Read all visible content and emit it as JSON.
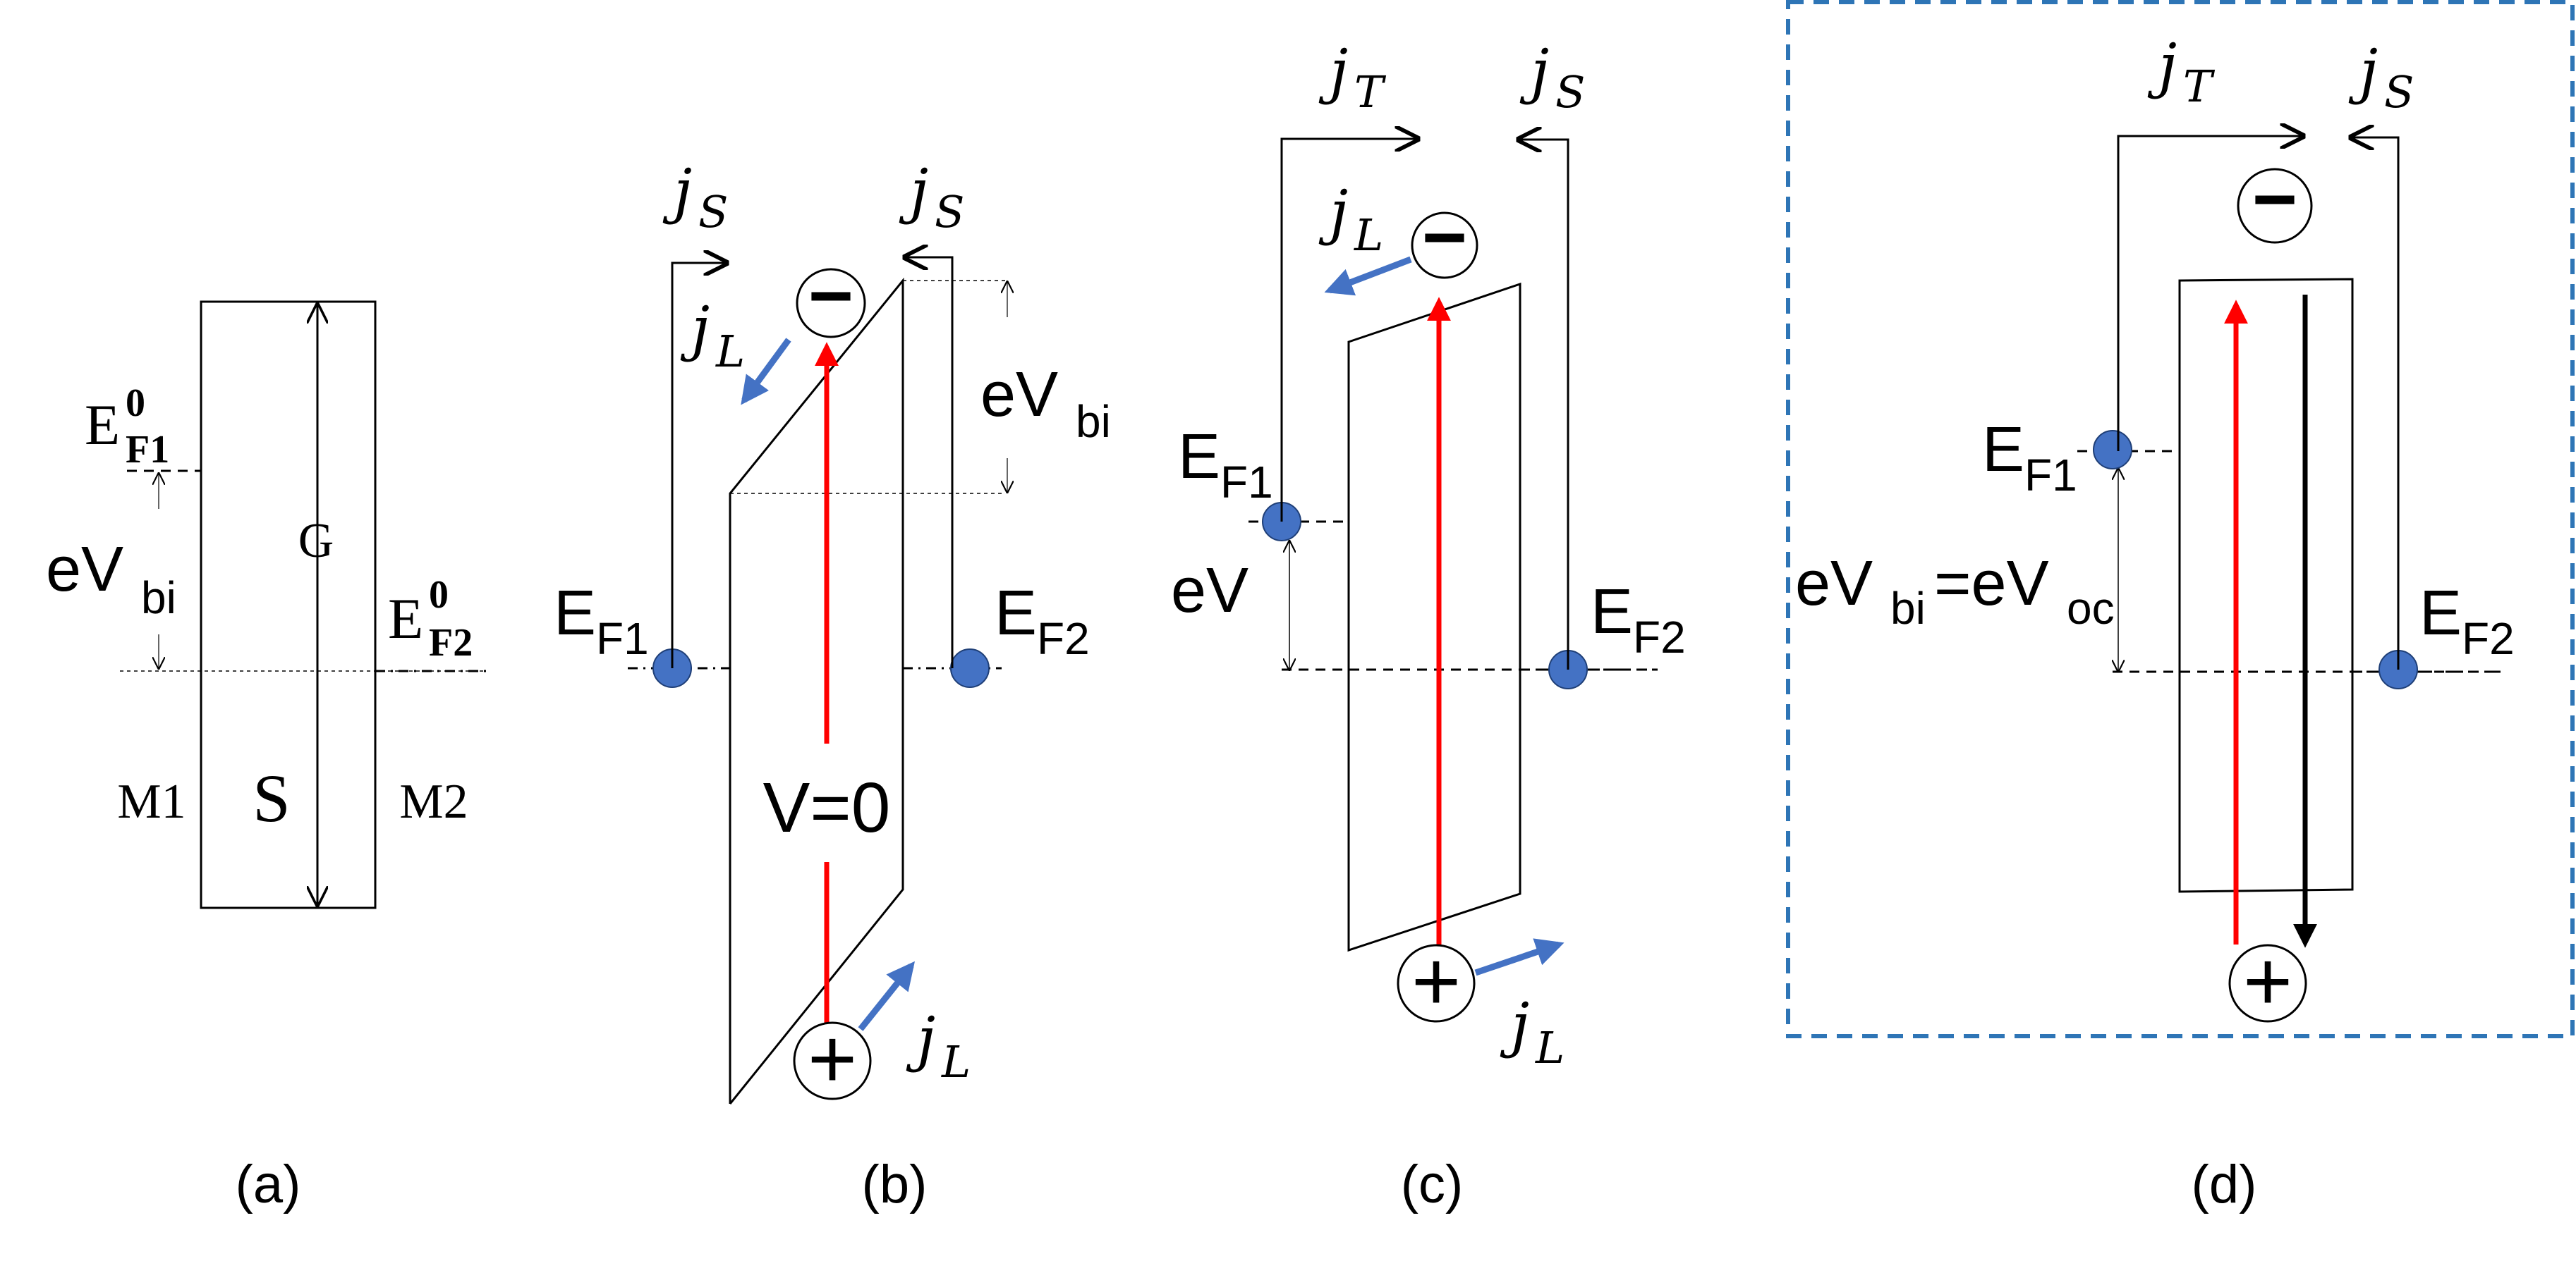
{
  "colors": {
    "ink": "#000000",
    "red_arrow": "#ff0000",
    "blue_arrow": "#4472c4",
    "electrode_dot": "#4472c4",
    "frame_dashed": "#2e75b6"
  },
  "panel_a": {
    "caption": "(a)",
    "ef1_main": "E",
    "ef1_sub": "F1",
    "ef1_sup": "0",
    "ef2_main": "E",
    "ef2_sub": "F2",
    "ef2_sup": "0",
    "evbi_main": "eV",
    "evbi_sub": "bi",
    "gap_label": "G",
    "semiconductor_label": "S",
    "metal1_label": "M1",
    "metal2_label": "M2"
  },
  "panel_b": {
    "caption": "(b)",
    "js_left_main": "j",
    "js_left_sub": "S",
    "js_right_main": "j",
    "js_right_sub": "S",
    "jl_top_main": "j",
    "jl_top_sub": "L",
    "jl_bottom_main": "j",
    "jl_bottom_sub": "L",
    "evbi_main": "eV",
    "evbi_sub": "bi",
    "ef1_main": "E",
    "ef1_sub": "F1",
    "ef2_main": "E",
    "ef2_sub": "F2",
    "bias_label": "V=0",
    "electron_symbol": "−",
    "hole_symbol": "+"
  },
  "panel_c": {
    "caption": "(c)",
    "jt_main": "j",
    "jt_sub": "T",
    "js_main": "j",
    "js_sub": "S",
    "jl_top_main": "j",
    "jl_top_sub": "L",
    "jl_bottom_main": "j",
    "jl_bottom_sub": "L",
    "ef1_main": "E",
    "ef1_sub": "F1",
    "ef2_main": "E",
    "ef2_sub": "F2",
    "ev_label": "eV",
    "electron_symbol": "−",
    "hole_symbol": "+"
  },
  "panel_d": {
    "caption": "(d)",
    "jt_main": "j",
    "jt_sub": "T",
    "js_main": "j",
    "js_sub": "S",
    "ef1_main": "E",
    "ef1_sub": "F1",
    "ef2_main": "E",
    "ef2_sub": "F2",
    "ev_main": "eV",
    "ev_sub1": "bi",
    "ev_eq": "=eV",
    "ev_sub2": "oc",
    "electron_symbol": "−",
    "hole_symbol": "+"
  }
}
